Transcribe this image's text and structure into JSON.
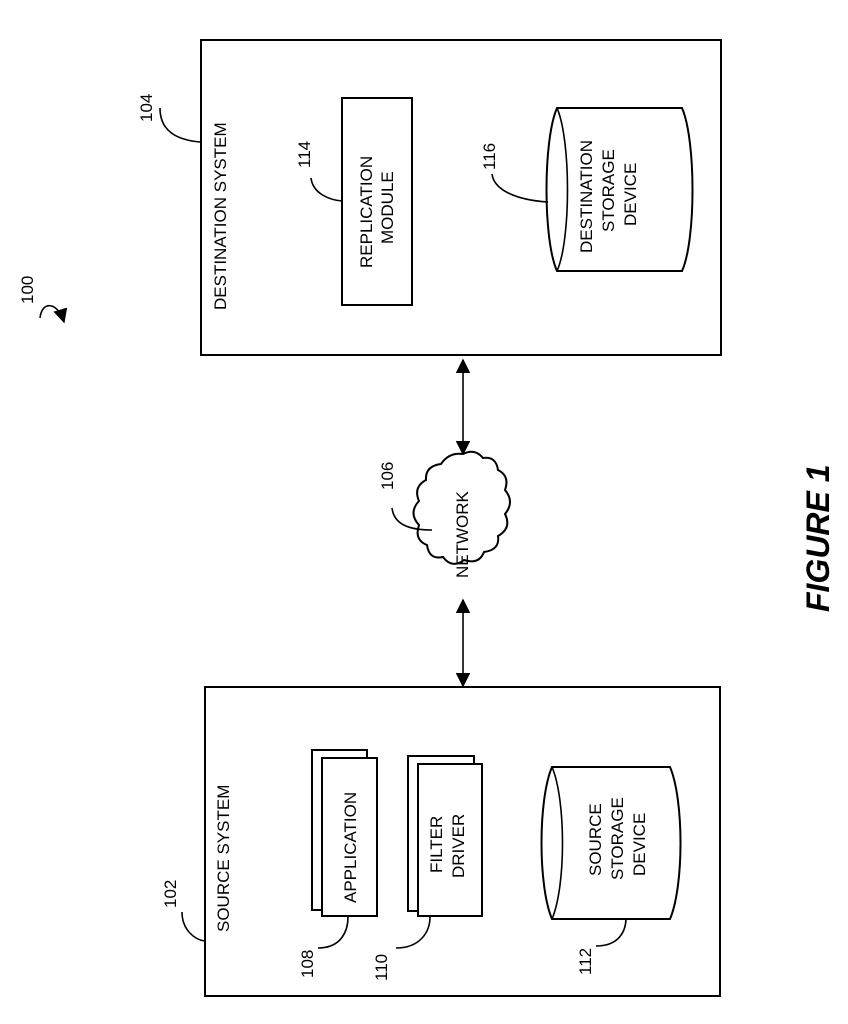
{
  "figure": {
    "ref": "100",
    "caption": "FIGURE 1"
  },
  "destination_system": {
    "ref": "104",
    "label": "DESTINATION SYSTEM",
    "replication_module": {
      "ref": "114",
      "lines": [
        "REPLICATION",
        "MODULE"
      ]
    },
    "storage": {
      "ref": "116",
      "lines": [
        "DESTINATION",
        "STORAGE",
        "DEVICE"
      ]
    }
  },
  "network": {
    "ref": "106",
    "label": "NETWORK"
  },
  "source_system": {
    "ref": "102",
    "label": "SOURCE SYSTEM",
    "application": {
      "ref": "108",
      "label": "APPLICATION"
    },
    "filter_driver": {
      "ref": "110",
      "lines": [
        "FILTER",
        "DRIVER"
      ]
    },
    "storage": {
      "ref": "112",
      "lines": [
        "SOURCE",
        "STORAGE",
        "DEVICE"
      ]
    }
  }
}
